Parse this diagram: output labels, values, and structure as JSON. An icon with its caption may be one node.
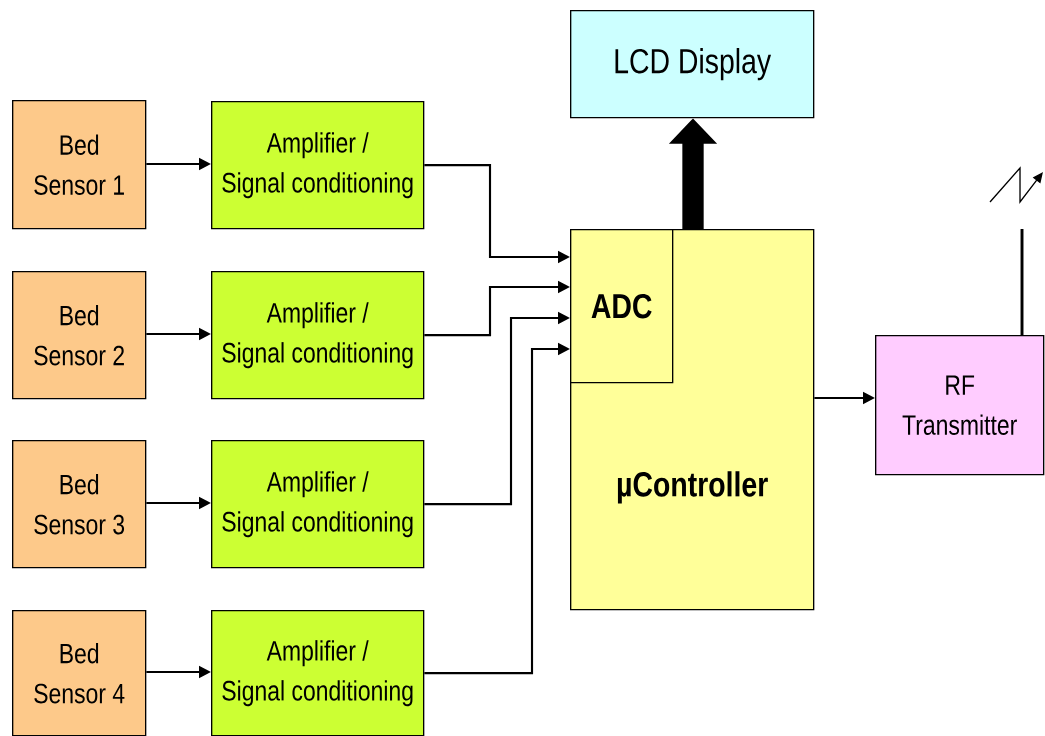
{
  "diagram": {
    "nodes": [
      {
        "text": [
          "Bed Sensor 1"
        ]
      },
      {
        "text": [
          "Amplifier / Signal conditioning"
        ]
      },
      {
        "text": [
          "Bed Sensor 2"
        ]
      },
      {
        "text": [
          "Amplifier / Signal conditioning"
        ]
      },
      {
        "text": [
          "Bed Sensor 3"
        ]
      },
      {
        "text": [
          "Amplifier / Signal conditioning"
        ]
      },
      {
        "text": [
          "Bed Sensor 4"
        ]
      },
      {
        "text": [
          "Amplifier / Signal conditioning"
        ]
      },
      {
        "text": [
          "LCD Display"
        ]
      },
      {
        "text": [
          "µController"
        ]
      },
      {
        "text": [
          "ADC"
        ],
        "in": 9
      },
      {
        "text": [
          "RF Transmitter"
        ]
      }
    ],
    "edges": [
      {
        "from": 0,
        "to": 1,
        "arrow": "to"
      },
      {
        "from": 2,
        "to": 3,
        "arrow": "to"
      },
      {
        "from": 4,
        "to": 5,
        "arrow": "to"
      },
      {
        "from": 6,
        "to": 7,
        "arrow": "to"
      },
      {
        "from": 1,
        "to": 10,
        "arrow": "to"
      },
      {
        "from": 3,
        "to": 10,
        "arrow": "to"
      },
      {
        "from": 5,
        "to": 10,
        "arrow": "to"
      },
      {
        "from": 7,
        "to": 10,
        "arrow": "to"
      },
      {
        "from": 9,
        "to": 8,
        "arrow": "to",
        "style": "thick"
      },
      {
        "from": 9,
        "to": 11,
        "arrow": "to"
      }
    ]
  }
}
